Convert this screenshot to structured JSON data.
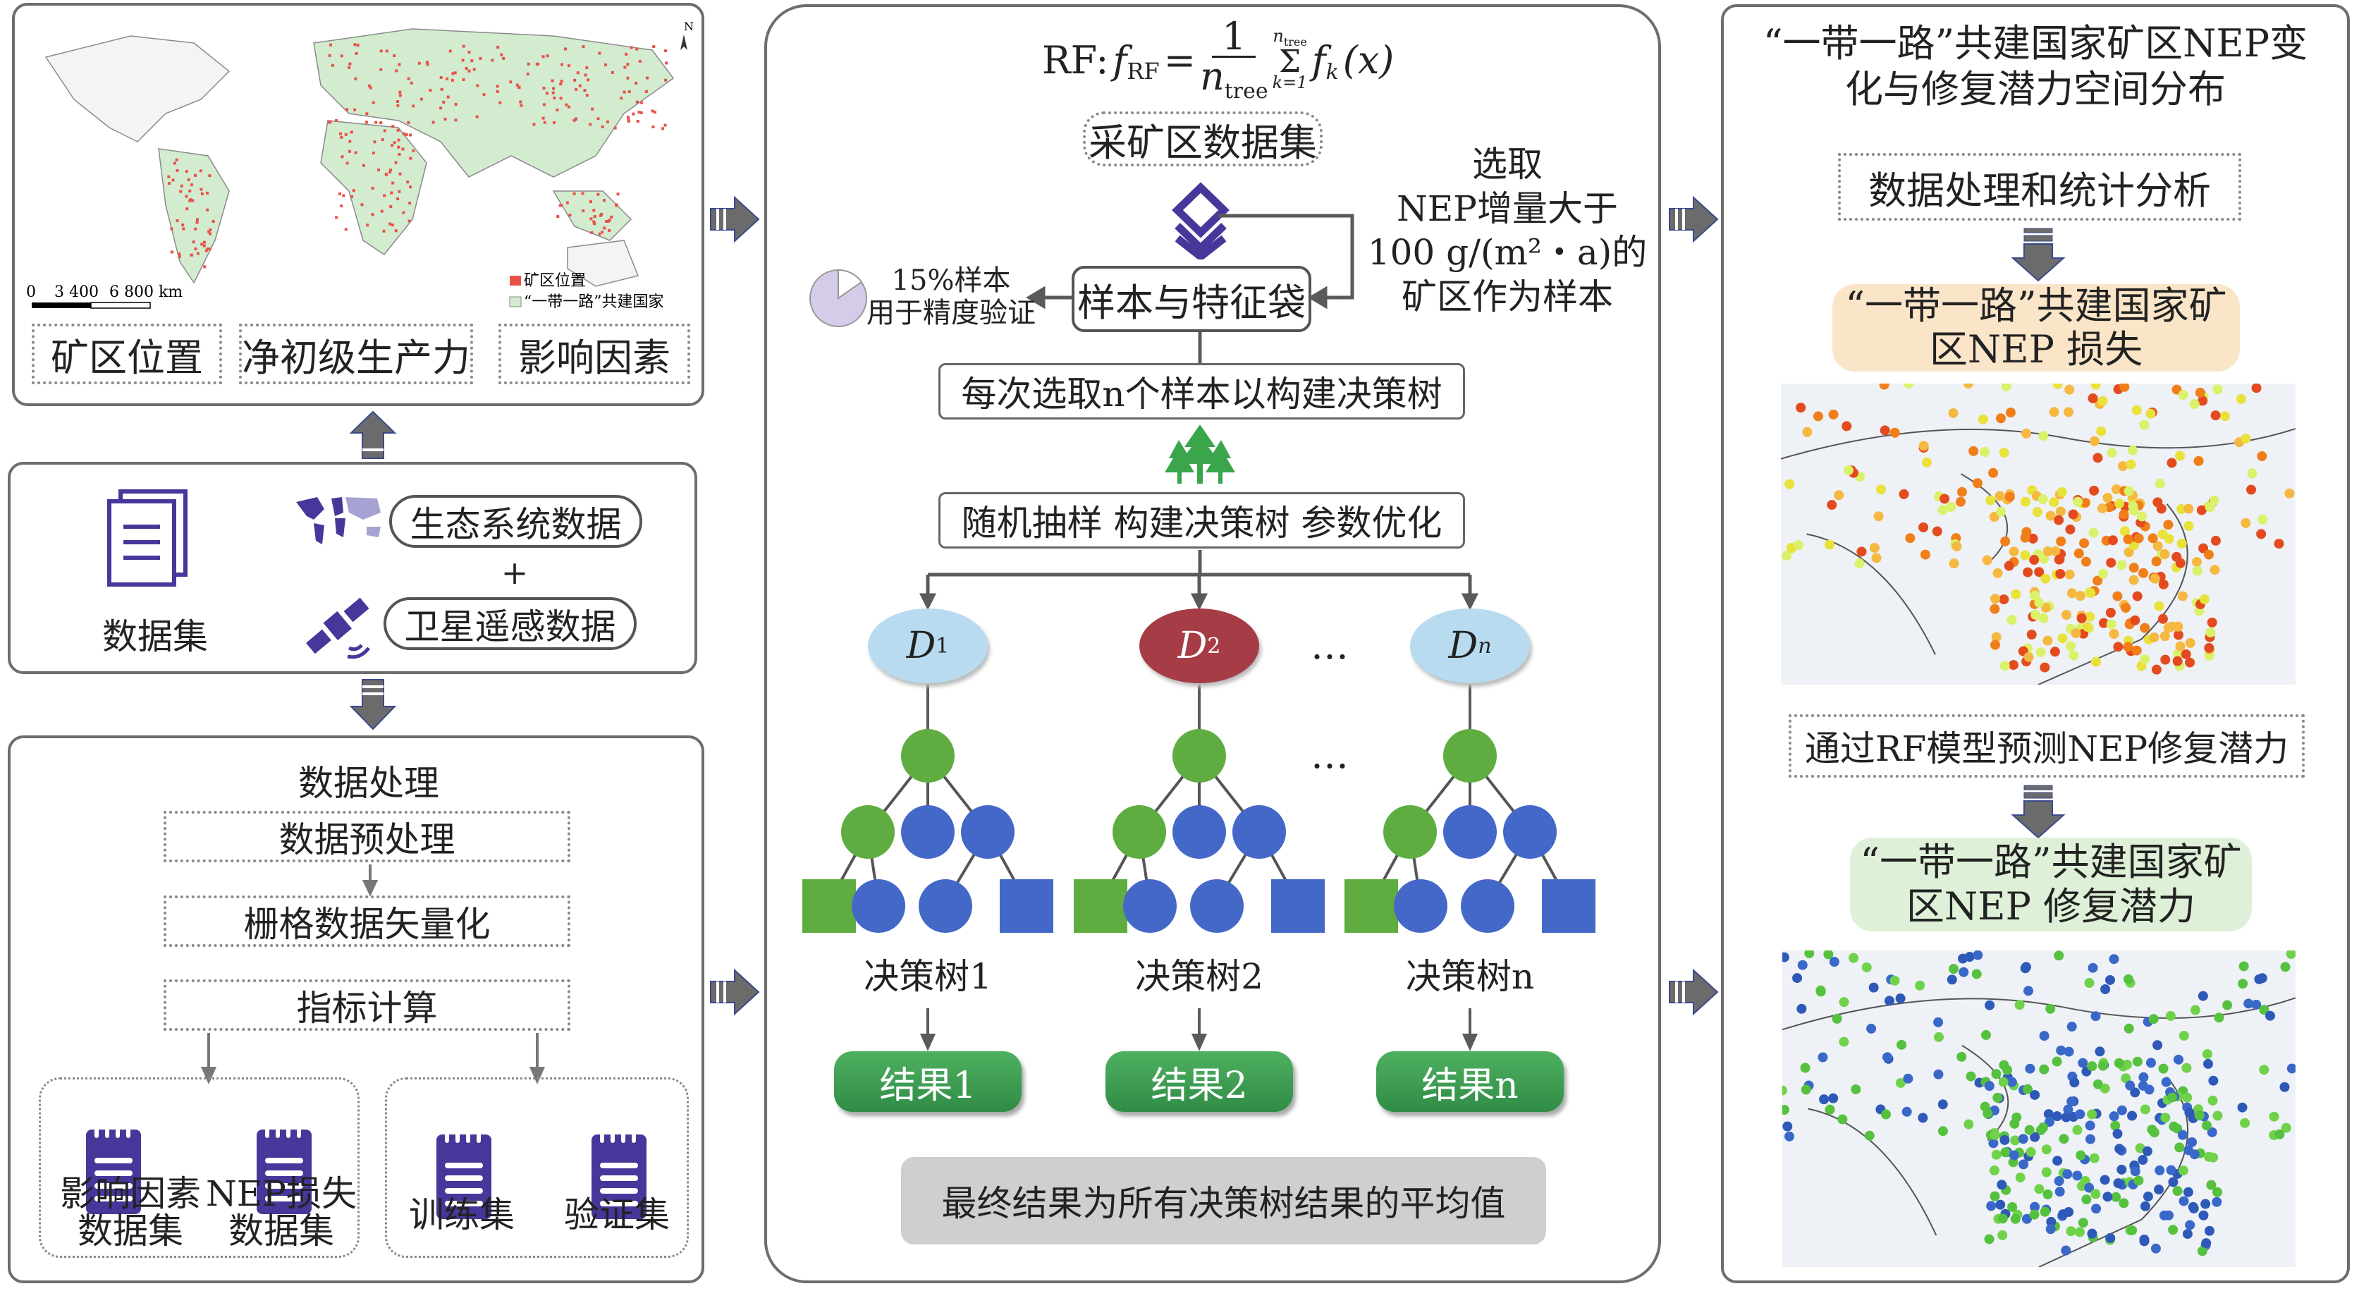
{
  "left": {
    "map": {
      "scale_labels": [
        "0",
        "3 400",
        "6 800 km"
      ],
      "north": "N",
      "legend": [
        {
          "label": "矿区位置",
          "color": "#e8524a"
        },
        {
          "label": "“一带一路”共建国家",
          "color": "#d3ecd0"
        }
      ]
    },
    "categories": [
      "矿区位置",
      "净初级生产力",
      "影响因素"
    ],
    "sources": {
      "dataset_label": "数据集",
      "eco_label": "生态系统数据",
      "plus": "+",
      "sat_label": "卫星遥感数据"
    },
    "processing": {
      "title": "数据处理",
      "steps": [
        "数据预处理",
        "栅格数据矢量化",
        "指标计算"
      ],
      "group1": [
        {
          "line1": "影响因素",
          "line2": "数据集"
        },
        {
          "line1": "NEP损失",
          "line2": "数据集"
        }
      ],
      "group2": [
        "训练集",
        "验证集"
      ]
    }
  },
  "middle": {
    "formula": {
      "prefix": "RF:",
      "f": "f",
      "f_sub": "RF",
      "eq": "=",
      "num": "1",
      "den": "n",
      "den_sub": "tree",
      "sum": "Σ",
      "sum_top": "n",
      "sum_top_sub": "tree",
      "sum_bottom": "k=1",
      "term": "f",
      "term_sub": "k",
      "arg": "(x)"
    },
    "dataset": "采矿区数据集",
    "bag": "样本与特征袋",
    "validation": {
      "line1": "15%样本",
      "line2": "用于精度验证"
    },
    "select_note": [
      "选取",
      "NEP增量大于",
      "100 g/(m²・a)的",
      "矿区作为样本"
    ],
    "build": "每次选取n个样本以构建决策树",
    "optimize": "随机抽样 构建决策树 参数优化",
    "ellipsis": "…",
    "trees": [
      {
        "node": "D",
        "sub": "1",
        "label": "决策树1",
        "result": "结果1",
        "node_color": "#b8dbf0",
        "text_color": "#222"
      },
      {
        "node": "D",
        "sub": "2",
        "label": "决策树2",
        "result": "结果2",
        "node_color": "#a63c45",
        "text_color": "#fff"
      },
      {
        "node": "D",
        "sub": "n",
        "label": "决策树n",
        "result": "结果n",
        "node_color": "#b8dbf0",
        "text_color": "#222"
      }
    ],
    "final": "最终结果为所有决策树结果的平均值"
  },
  "right": {
    "title_line1": "“一带一路”共建国家矿区NEP变",
    "title_line2": "化与修复潜力空间分布",
    "analysis": "数据处理和统计分析",
    "loss_line1": "“一带一路”共建国家矿",
    "loss_line2": "区NEP 损失",
    "predict": "通过RF模型预测NEP修复潜力",
    "potential_line1": "“一带一路”共建国家矿",
    "potential_line2": "区NEP 修复潜力"
  },
  "colors": {
    "purple": "#45389a",
    "green_node": "#5fad41",
    "blue_node": "#4468c8",
    "loss_bg": "#fbe5c8",
    "potential_bg": "#dff0d8",
    "final_bg": "#cfcfcf",
    "arrow": "#6b6b6b"
  }
}
